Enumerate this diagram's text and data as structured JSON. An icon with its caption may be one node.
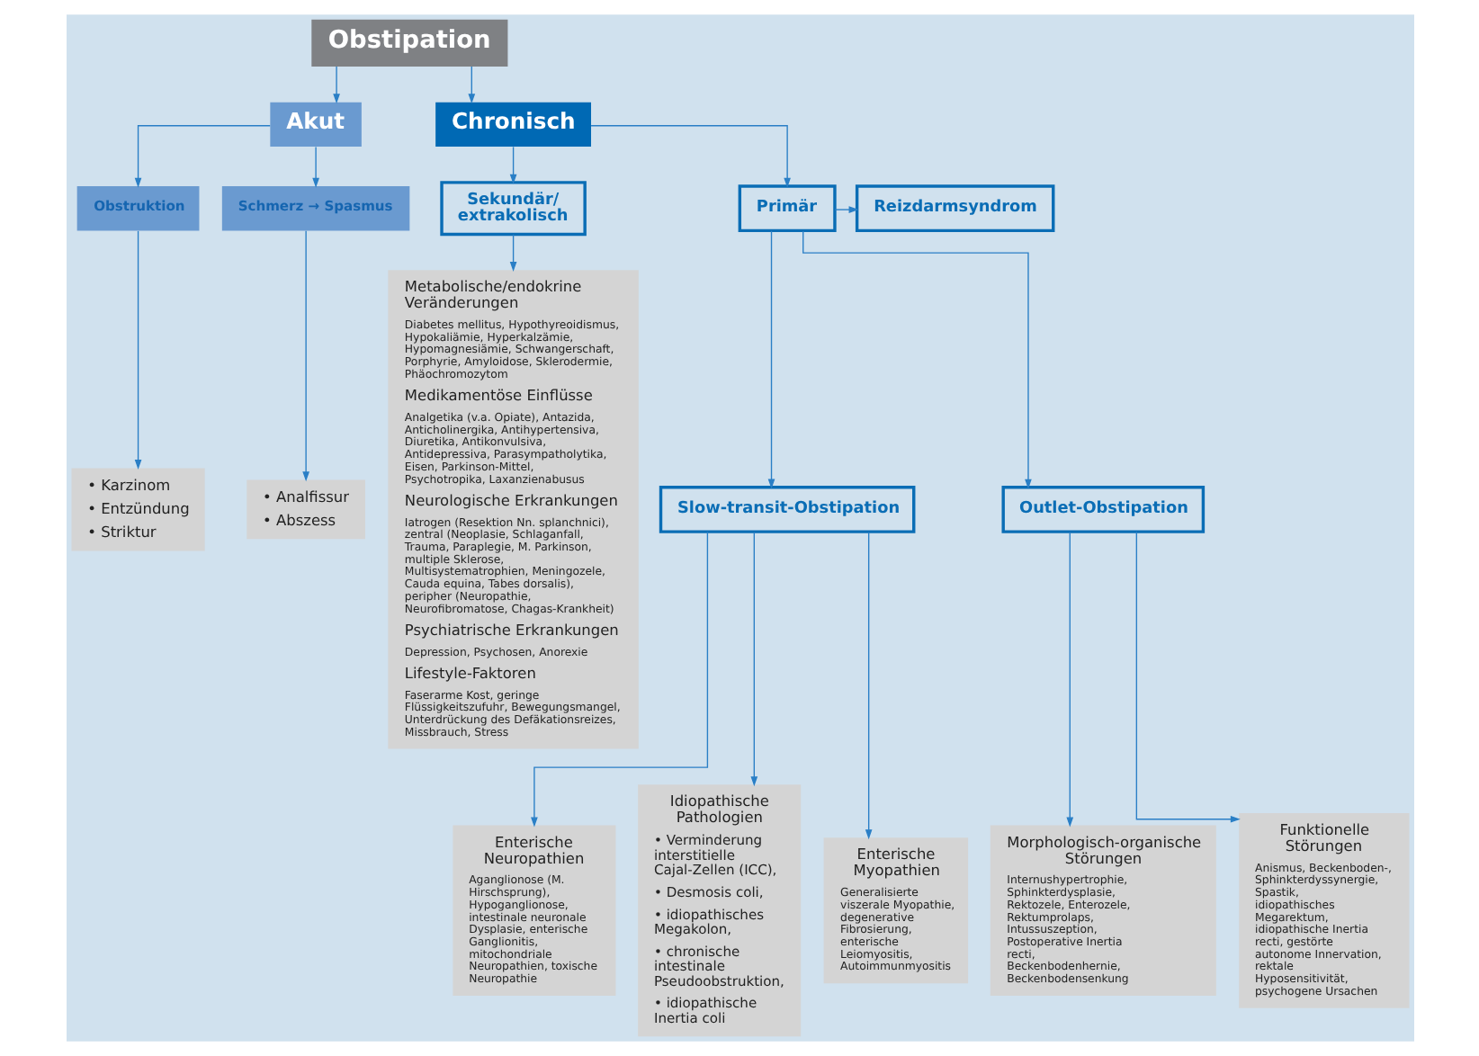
{
  "diagram": {
    "nodes": [
      {
        "text": [
          "Obstipation"
        ]
      },
      {
        "text": [
          "Akut"
        ]
      },
      {
        "text": [
          "Chronisch"
        ]
      },
      {
        "text": [
          "Sekundär/ extrakolisch"
        ]
      },
      {
        "text": [
          "Obstruktion"
        ]
      },
      {
        "text": [
          "Schmerz → Spasmus"
        ]
      },
      {
        "text": [
          "• Karzinom",
          "• Entzündung",
          "• Striktur"
        ]
      },
      {
        "text": [
          "• Analfissur",
          "• Abszess"
        ]
      },
      {
        "text": [
          "Primär"
        ]
      },
      {
        "text": [
          "Reizdarmsyndrom"
        ]
      },
      {
        "text": [
          "Slow-transit-Obstipation"
        ]
      },
      {
        "text": [
          "Outlet-Obstipation"
        ]
      },
      {
        "text": [
          "Enterische Neuropathien",
          "Aganglionose (M. Hirschsprung), Hypoganglionose, intestinale neuronale Dysplasie, enterische Ganglionitis, mitochondriale Neuropathien, toxische Neuropathie"
        ]
      },
      {
        "text": [
          "Idiopathische Pathologien",
          "• Verminderung interstitielle Cajal-Zellen (ICC),",
          "• Desmosis coli,",
          "• idiopathisches Megakolon,",
          "• chronische intestinale Pseudoobstruktion,",
          "• idiopathische Inertia coli"
        ]
      },
      {
        "text": [
          "Enterische Myopathien",
          "Generalisierte viszerale Myopathie, degenerative Fibrosierung, enterische Leiomyositis, Autoimmunmyositis"
        ]
      },
      {
        "text": [
          "Morphologisch-organische Störungen",
          "Internushypertrophie, Sphinkterdysplasie, Rektozele, Enterozele, Rektumprolaps, Intussuszeption, Postoperative Inertia recti, Beckenbodenhernie, Beckenbodensenkung"
        ]
      },
      {
        "text": [
          "Funktionelle Störungen",
          "Anismus, Beckenboden-, Sphinkterdyssynergie, Spastik, idiopathisches Megarektum, idiopathische Inertia recti, gestörte autonome Innervation, rektale Hyposensitivität, psychogene Ursachen"
        ]
      },
      {
        "text": [
          "Metabolische/endokrine Veränderungen",
          "Diabetes mellitus, Hypothyreoidismus, Hypokaliämie, Hyperkalzämie, Hypomagnesiämie, Schwangerschaft, Porphyrie, Amyloidose, Sklerodermie, Phäochromozytom",
          "Medikamentöse Einflüsse",
          "Analgetika (v.a. Opiate), Antazida, Anticholinergika, Antihypertensiva, Diuretika, Antikonvulsiva, Antidepressiva, Parasympatholytika, Eisen, Parkinson-Mittel, Psychotropika, Laxanzienabusus",
          "Neurologische Erkrankungen",
          "Iatrogen (Resektion Nn. splanchnici), zentral (Neoplasie, Schlaganfall, Trauma, Paraplegie, M. Parkinson, multiple Sklerose, Multisystematrophien, Meningozele, Cauda equina, Tabes dorsalis), peripher (Neuropathie, Neurofibromatose, Chagas-Krankheit)",
          "Psychiatrische Erkrankungen",
          "Depression, Psychosen, Anorexie",
          "Lifestyle-Faktoren",
          "Faserarme Kost, geringe Flüssigkeitszufuhr, Bewegungsmangel, Unterdrückung des Defäkationsreizes, Missbrauch, Stress"
        ]
      }
    ],
    "edges": [
      {
        "from": 0,
        "to": 1,
        "arrow": "to"
      },
      {
        "from": 0,
        "to": 2,
        "arrow": "to"
      },
      {
        "from": 2,
        "to": 3,
        "arrow": "to"
      },
      {
        "from": 1,
        "to": 4,
        "arrow": "to"
      },
      {
        "from": 1,
        "to": 5,
        "arrow": "to"
      },
      {
        "from": 4,
        "to": 6,
        "arrow": "to"
      },
      {
        "from": 5,
        "to": 7,
        "arrow": "to"
      },
      {
        "from": 2,
        "to": 8,
        "arrow": "to"
      },
      {
        "from": 8,
        "to": 9,
        "arrow": "to"
      },
      {
        "from": 8,
        "to": 10,
        "arrow": "to"
      },
      {
        "from": 8,
        "to": 11,
        "arrow": "to"
      },
      {
        "from": 10,
        "to": 12,
        "arrow": "to"
      },
      {
        "from": 10,
        "to": 13,
        "arrow": "to"
      },
      {
        "from": 10,
        "to": 14,
        "arrow": "to"
      },
      {
        "from": 11,
        "to": 15,
        "arrow": "to"
      },
      {
        "from": 11,
        "to": 16,
        "arrow": "to"
      },
      {
        "from": 3,
        "to": 17,
        "arrow": "to"
      }
    ]
  }
}
